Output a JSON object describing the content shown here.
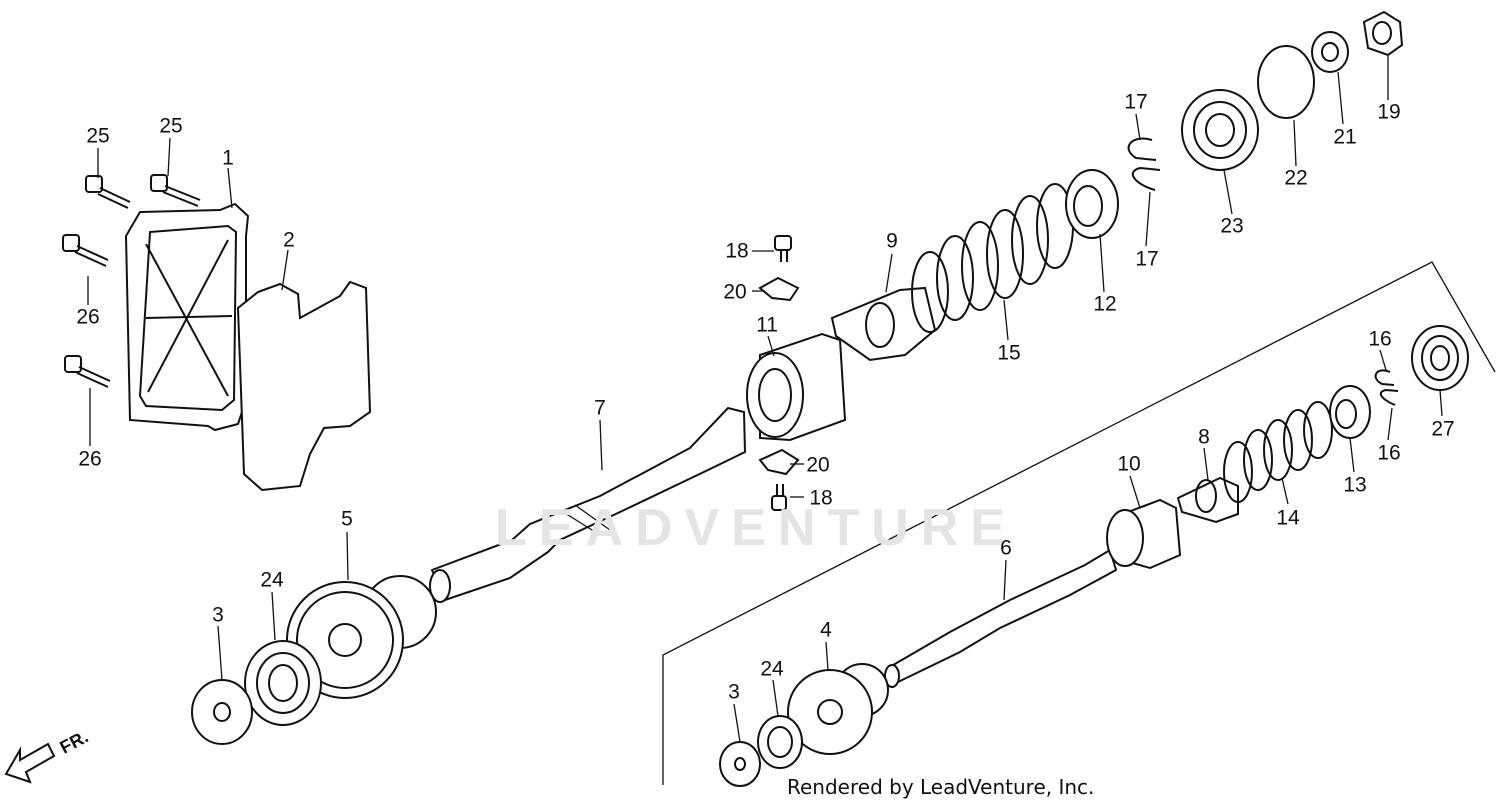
{
  "diagram": {
    "watermark": "LEADVENTURE",
    "footer": "Rendered by LeadVenture, Inc.",
    "direction_label": "FR.",
    "callouts": [
      {
        "id": "c25a",
        "text": "25"
      },
      {
        "id": "c25b",
        "text": "25"
      },
      {
        "id": "c1",
        "text": "1"
      },
      {
        "id": "c2",
        "text": "2"
      },
      {
        "id": "c26a",
        "text": "26"
      },
      {
        "id": "c26b",
        "text": "26"
      },
      {
        "id": "c18a",
        "text": "18"
      },
      {
        "id": "c20a",
        "text": "20"
      },
      {
        "id": "c9",
        "text": "9"
      },
      {
        "id": "c11",
        "text": "11"
      },
      {
        "id": "c15",
        "text": "15"
      },
      {
        "id": "c12",
        "text": "12"
      },
      {
        "id": "c17a",
        "text": "17"
      },
      {
        "id": "c17b",
        "text": "17"
      },
      {
        "id": "c23",
        "text": "23"
      },
      {
        "id": "c22",
        "text": "22"
      },
      {
        "id": "c21",
        "text": "21"
      },
      {
        "id": "c19",
        "text": "19"
      },
      {
        "id": "c7",
        "text": "7"
      },
      {
        "id": "c20b",
        "text": "20"
      },
      {
        "id": "c18b",
        "text": "18"
      },
      {
        "id": "c5",
        "text": "5"
      },
      {
        "id": "c24a",
        "text": "24"
      },
      {
        "id": "c3a",
        "text": "3"
      },
      {
        "id": "c16a",
        "text": "16"
      },
      {
        "id": "c16b",
        "text": "16"
      },
      {
        "id": "c27",
        "text": "27"
      },
      {
        "id": "c8",
        "text": "8"
      },
      {
        "id": "c13",
        "text": "13"
      },
      {
        "id": "c14",
        "text": "14"
      },
      {
        "id": "c10",
        "text": "10"
      },
      {
        "id": "c6",
        "text": "6"
      },
      {
        "id": "c4",
        "text": "4"
      },
      {
        "id": "c24b",
        "text": "24"
      },
      {
        "id": "c3b",
        "text": "3"
      }
    ]
  }
}
